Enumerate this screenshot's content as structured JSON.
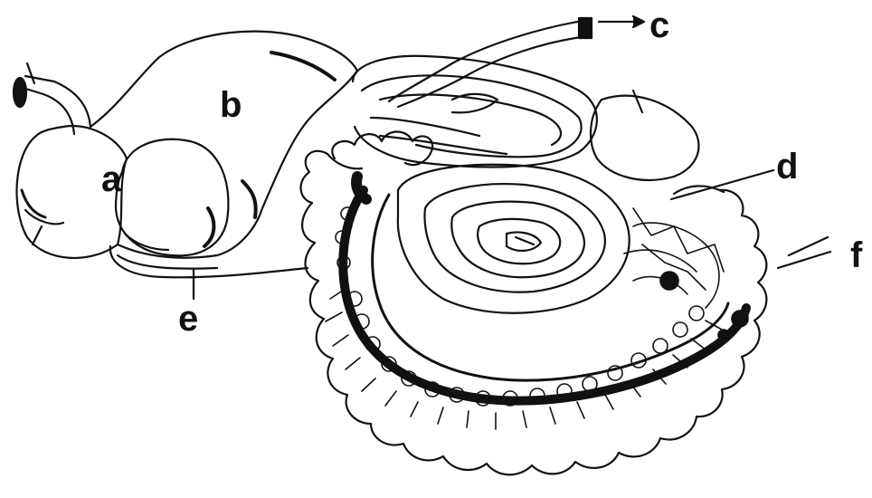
{
  "labels": {
    "a": "a",
    "b": "b",
    "c": "c",
    "d": "d",
    "e": "e",
    "f": "f"
  },
  "colors": {
    "ink": "#111111",
    "background": "#ffffff"
  }
}
